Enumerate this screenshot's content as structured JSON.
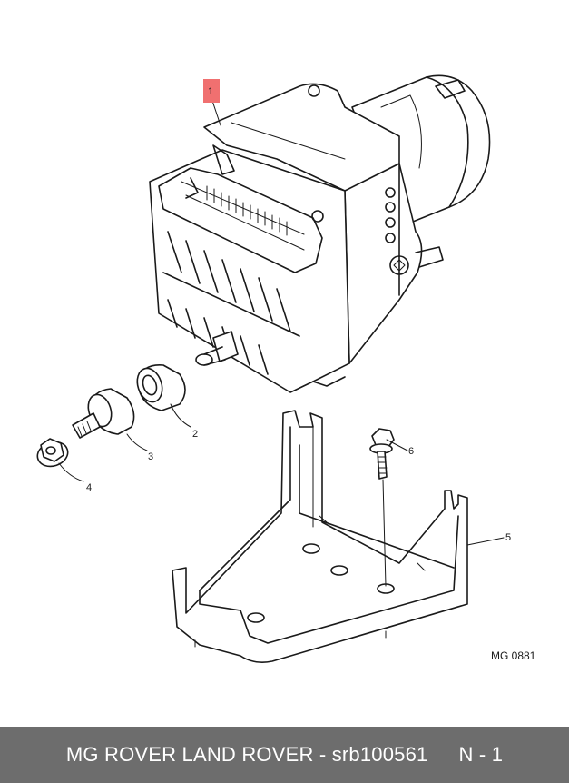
{
  "callouts": [
    {
      "label": "1",
      "part": "abs-modulator-unit"
    },
    {
      "label": "2",
      "part": "rubber-grommet"
    },
    {
      "label": "3",
      "part": "mounting-bush"
    },
    {
      "label": "4",
      "part": "flange-nut"
    },
    {
      "label": "5",
      "part": "mounting-bracket"
    },
    {
      "label": "6",
      "part": "bolt"
    }
  ],
  "diagram_ref": "MG 0881",
  "footer": {
    "brand_part": "MG ROVER LAND ROVER - srb100561",
    "page_code": "N - 1"
  },
  "colors": {
    "footer_bg": "#6d6d6d",
    "callout_highlight": "#f07070"
  }
}
